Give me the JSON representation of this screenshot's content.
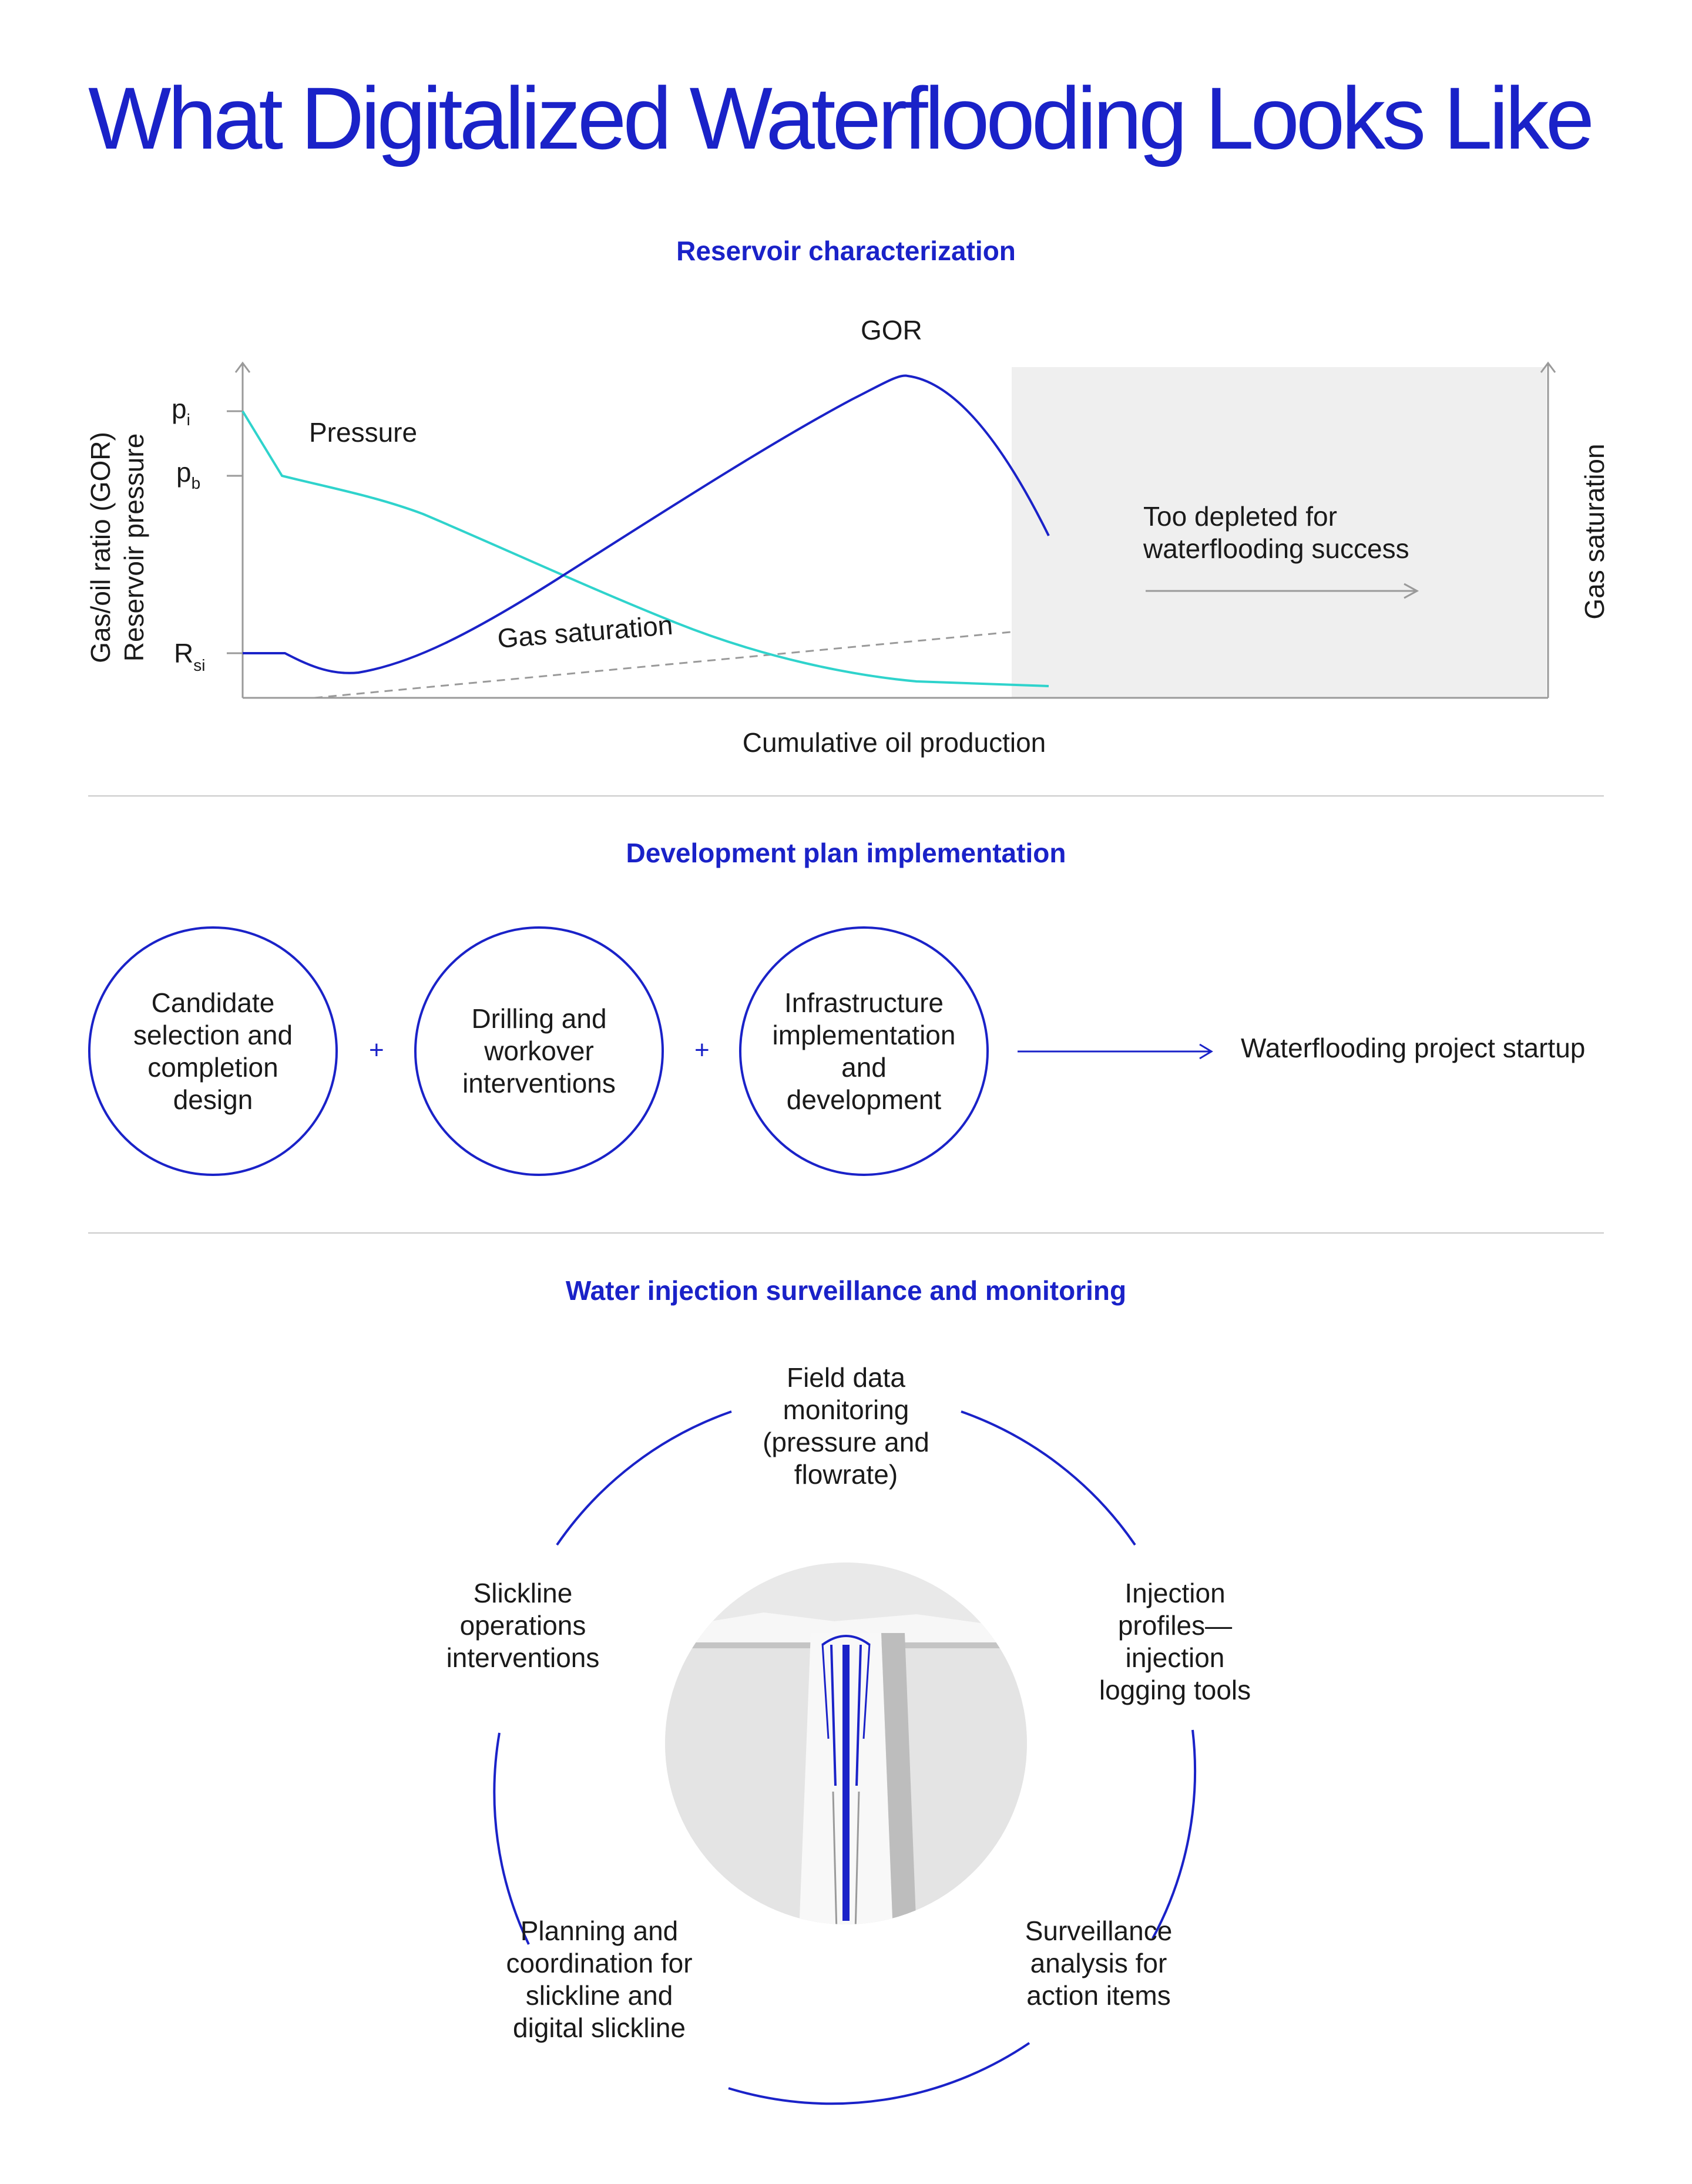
{
  "title": "What Digitalized Waterflooding Looks Like",
  "sections": {
    "reservoir": {
      "heading": "Reservoir characterization",
      "y_axis_labels": [
        "Gas/oil ratio (GOR)",
        "Reservoir pressure"
      ],
      "right_axis_label": "Gas saturation",
      "x_axis_label": "Cumulative oil production",
      "tick_pi": "p",
      "tick_pi_sub": "i",
      "tick_pb": "p",
      "tick_pb_sub": "b",
      "tick_rsi": "R",
      "tick_rsi_sub": "si",
      "curve_labels": {
        "pressure": "Pressure",
        "gor": "GOR",
        "gas_saturation": "Gas saturation"
      },
      "depleted_note_line1": "Too depleted for",
      "depleted_note_line2": "waterflooding success"
    },
    "development": {
      "heading": "Development plan implementation",
      "steps": [
        "Candidate selection and completion design",
        "Drilling and workover interventions",
        "Infrastructure implementation and development"
      ],
      "plus": "+",
      "result": "Waterflooding project startup"
    },
    "surveillance": {
      "heading": "Water injection surveillance and monitoring",
      "items": [
        "Field data monitoring (pressure and flowrate)",
        "Injection profiles— injection logging tools",
        "Surveillance analysis for action items",
        "Planning and coordination for slickline and digital slickline",
        "Slickline operations interventions"
      ]
    }
  },
  "colors": {
    "brand_blue": "#1a22c8",
    "teal": "#2fd3cc",
    "shade": "#efefef",
    "divider": "#c9c9c9"
  }
}
